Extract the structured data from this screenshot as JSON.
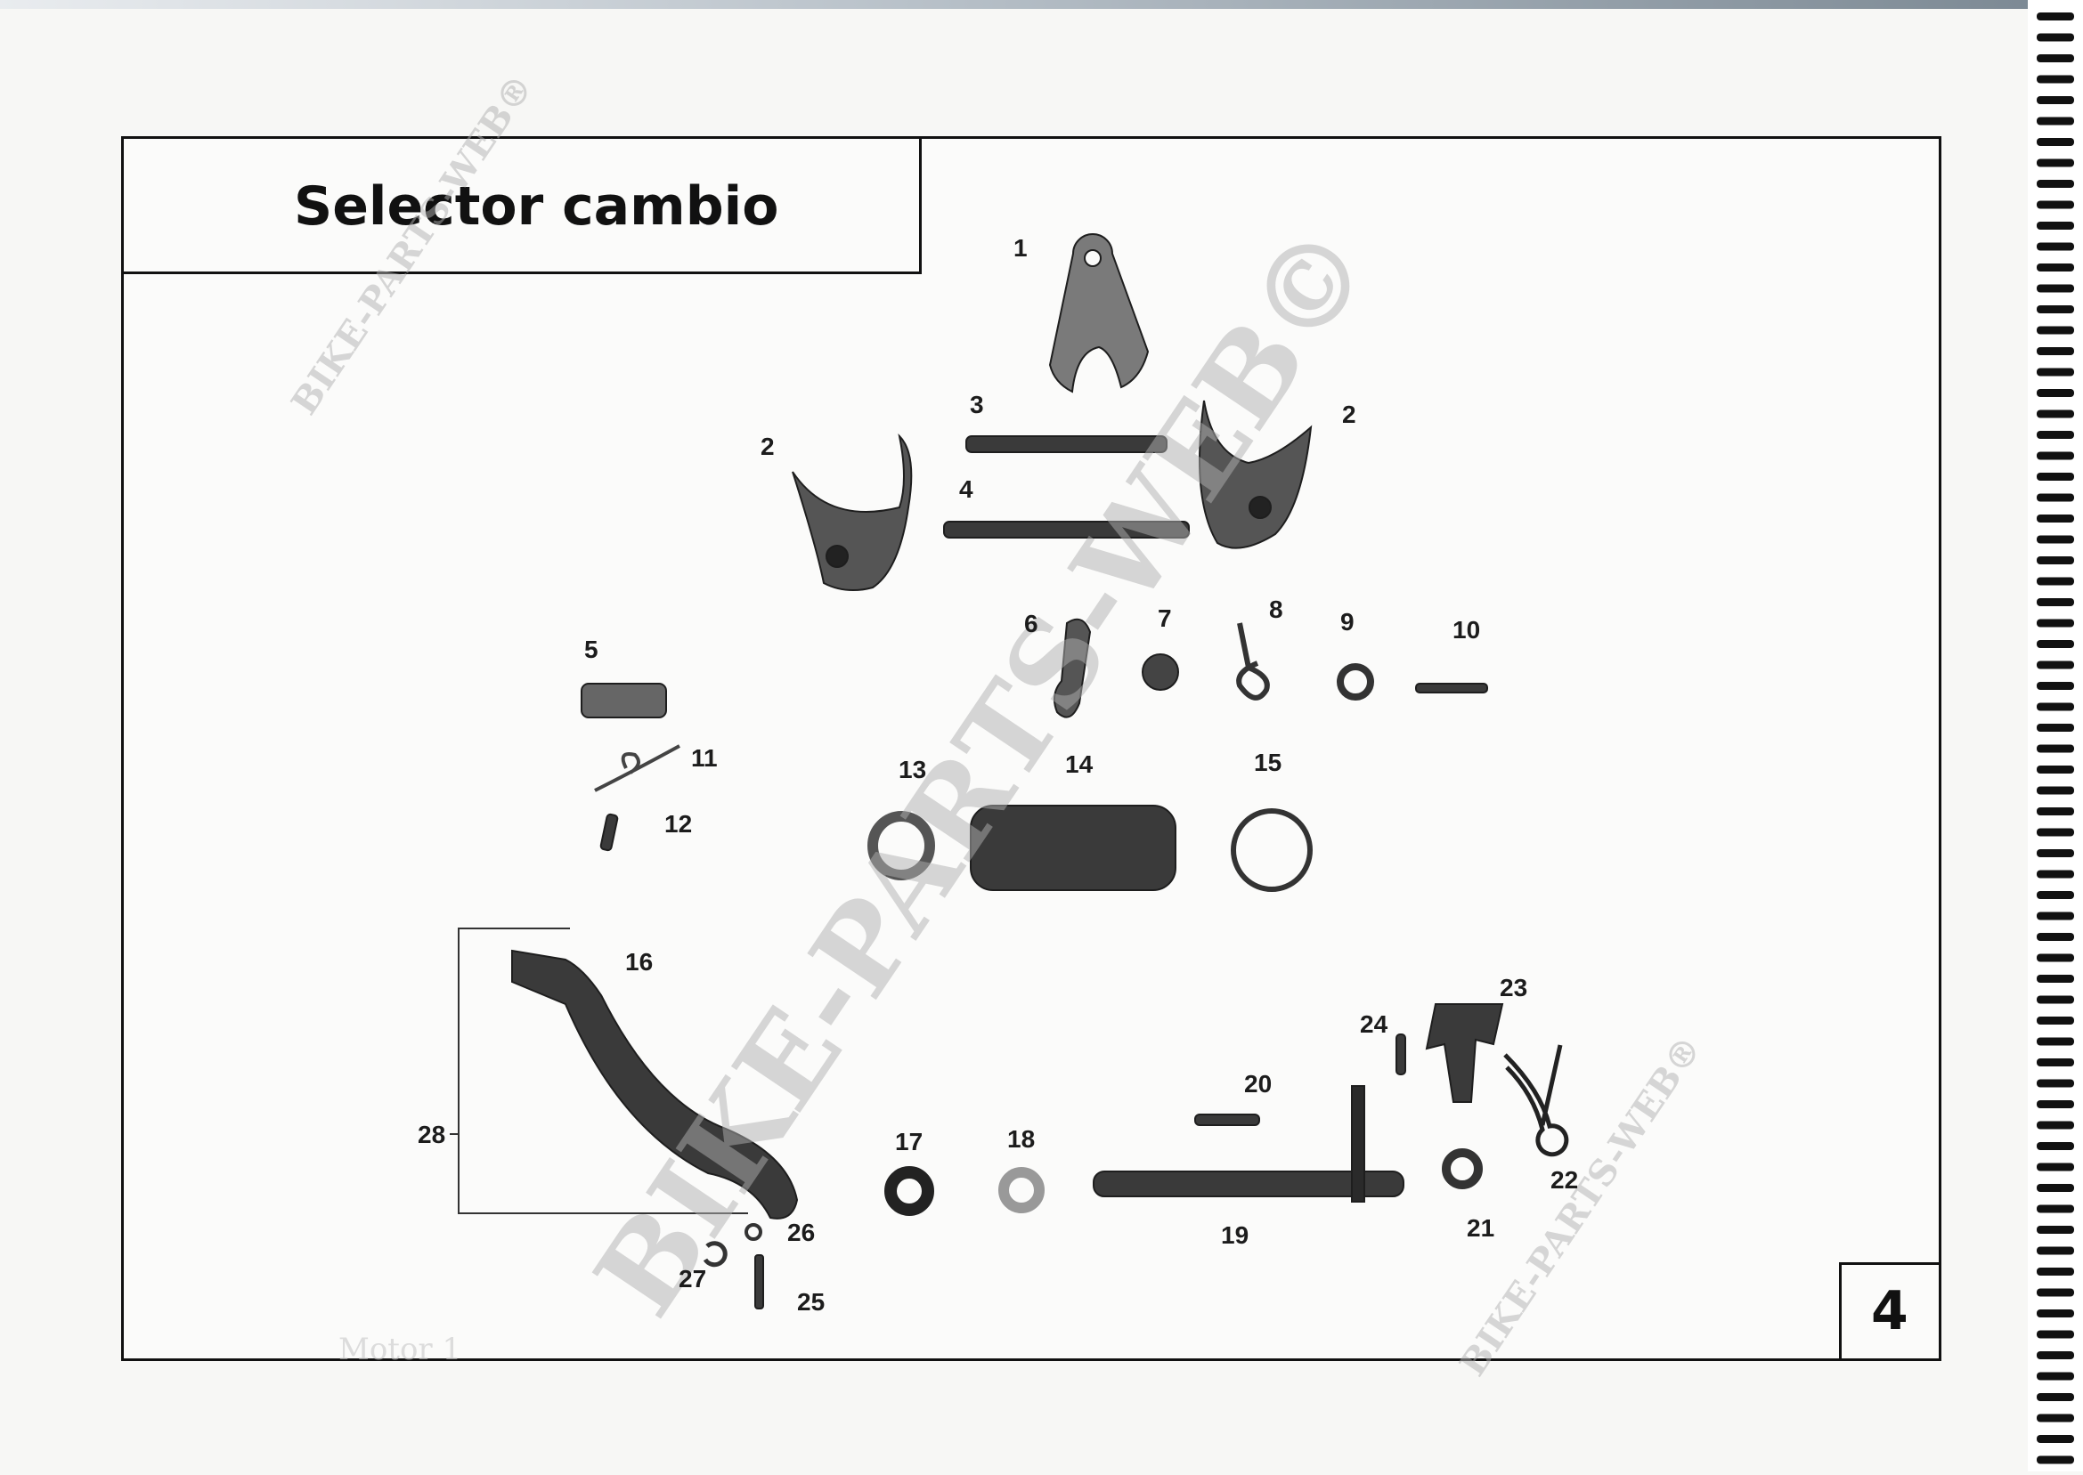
{
  "title": "Selector cambio",
  "page_number": "4",
  "watermarks": {
    "main": "BIKE-PARTS-WEB©",
    "small_top": "BIKE-PARTS-WEB®",
    "small_bottom": "BIKE-PARTS-WEB®"
  },
  "faded_text": "Motor 1",
  "labels": [
    "1",
    "2",
    "2",
    "3",
    "4",
    "5",
    "6",
    "7",
    "8",
    "9",
    "10",
    "11",
    "12",
    "13",
    "14",
    "15",
    "16",
    "17",
    "18",
    "19",
    "20",
    "21",
    "22",
    "23",
    "24",
    "25",
    "26",
    "27",
    "28"
  ],
  "colors": {
    "ink": "#1c1c1c",
    "part": "#3a3a3a",
    "frame": "#111111"
  }
}
